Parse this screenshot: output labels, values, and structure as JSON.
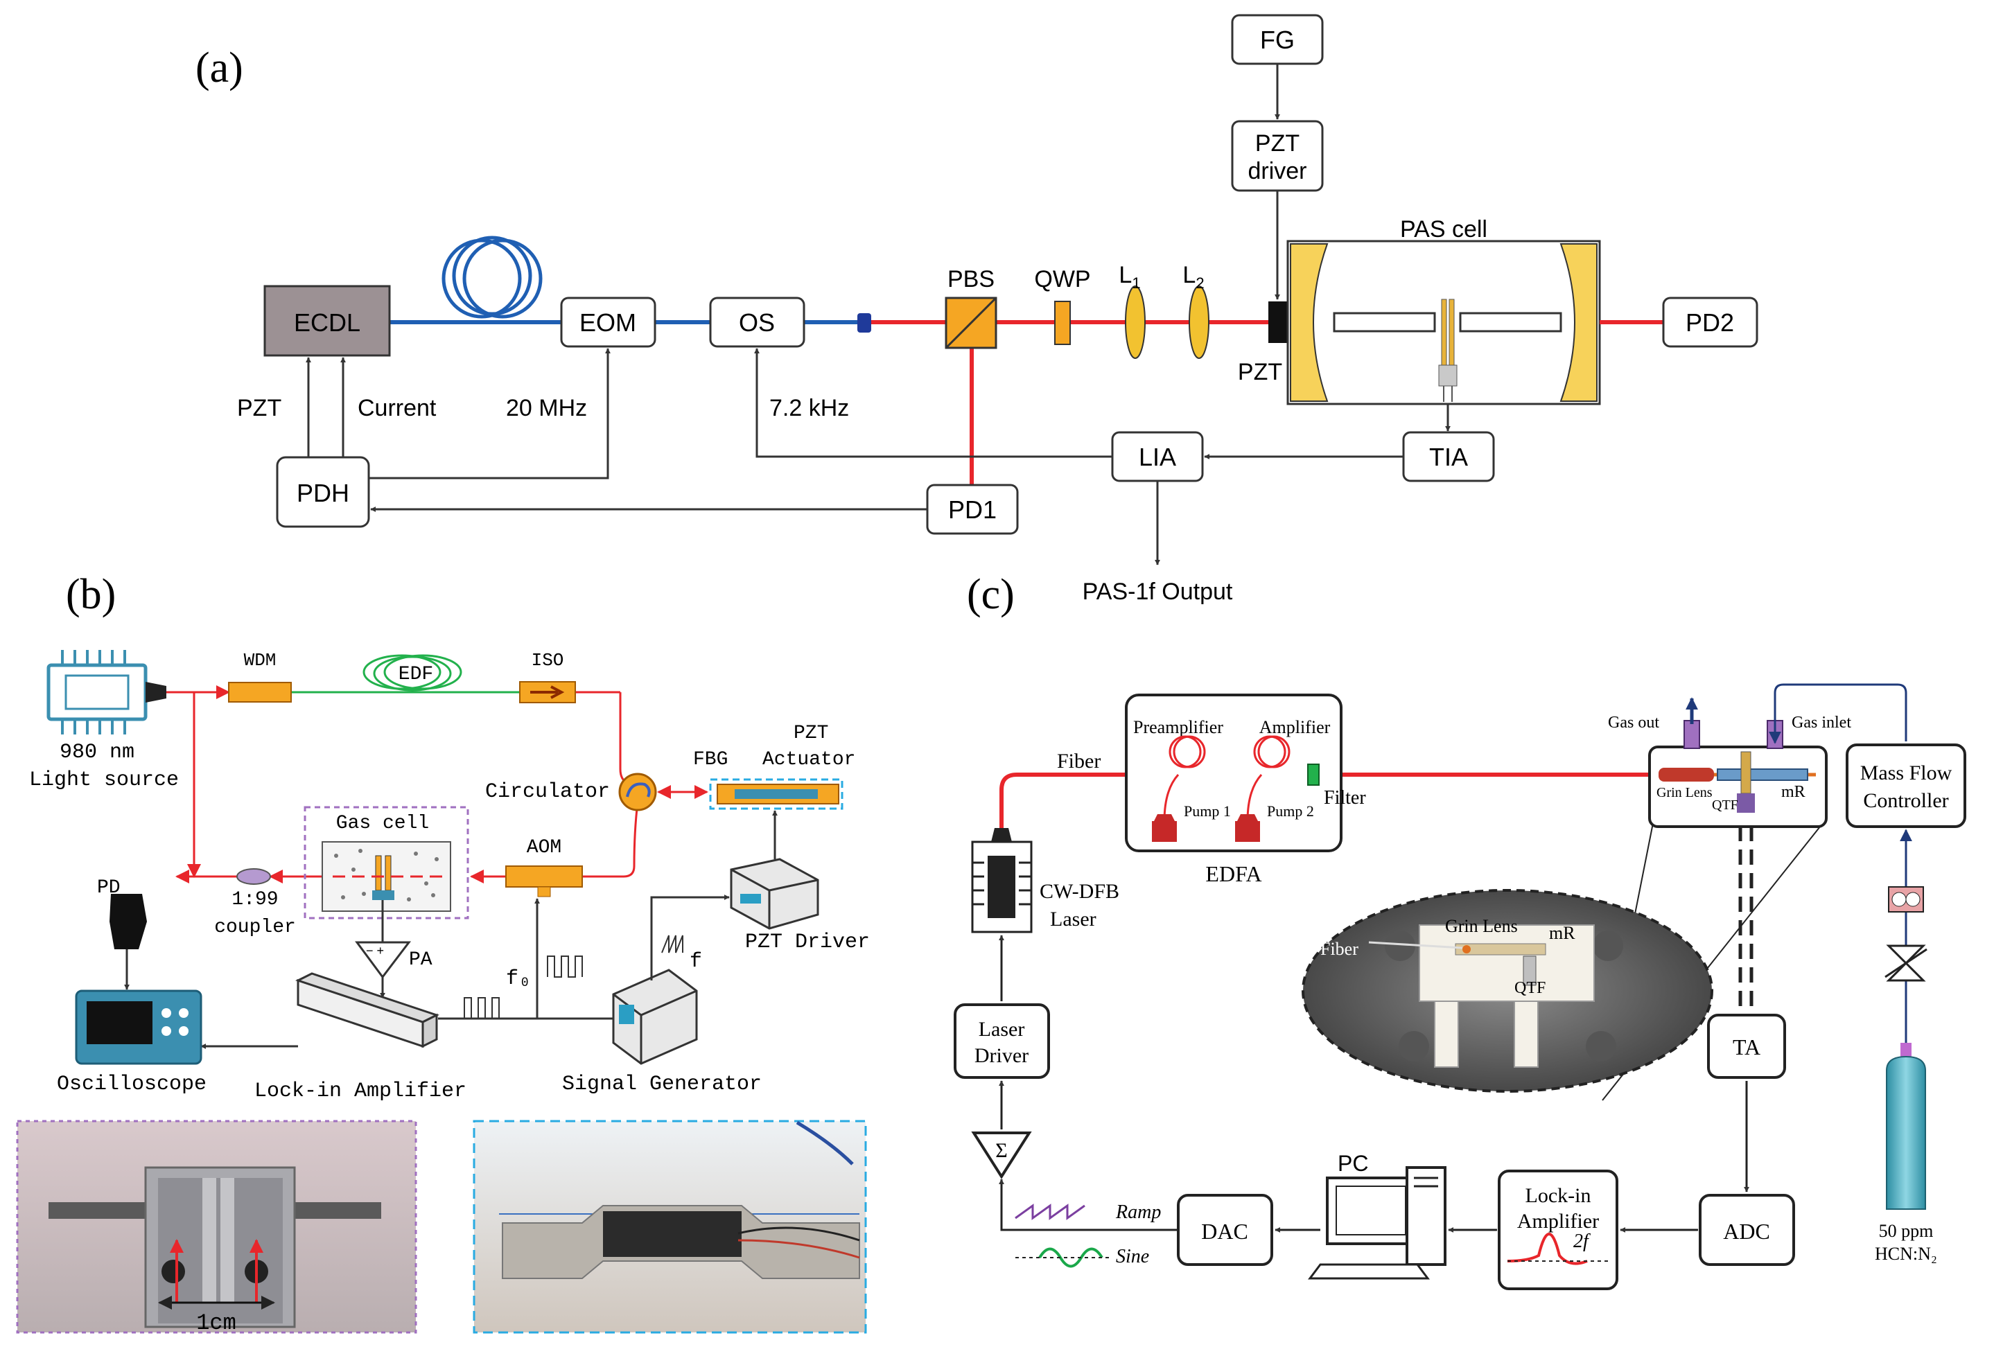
{
  "panel_a": {
    "label": "(a)",
    "boxes": {
      "ecdl": "ECDL",
      "eom": "EOM",
      "os": "OS",
      "fg": "FG",
      "pzt_driver_line1": "PZT",
      "pzt_driver_line2": "driver",
      "pd2": "PD2",
      "pdh": "PDH",
      "pd1": "PD1",
      "lia": "LIA",
      "tia": "TIA"
    },
    "labels": {
      "pbs": "PBS",
      "qwp": "QWP",
      "l1": "L",
      "l1_sub": "1",
      "l2": "L",
      "l2_sub": "2",
      "pas_cell": "PAS cell",
      "pzt_mirror": "PZT",
      "pzt_ecdl": "PZT",
      "current": "Current",
      "freq_20mhz": "20 MHz",
      "freq_72khz": "7.2 kHz",
      "output": "PAS-1f Output"
    }
  },
  "panel_b": {
    "label": "(b)",
    "labels": {
      "wdm": "WDM",
      "edf": "EDF",
      "iso": "ISO",
      "source_line1": "980 nm",
      "source_line2": "Light source",
      "fbg": "FBG",
      "pzt_actuator_line1": "PZT",
      "pzt_actuator_line2": "Actuator",
      "circulator": "Circulator",
      "gas_cell": "Gas cell",
      "aom": "AOM",
      "pd": "PD",
      "coupler_line1": "1:99",
      "coupler_line2": "coupler",
      "pa": "PA",
      "f0": "f₀",
      "f": "f",
      "pzt_driver": "PZT Driver",
      "oscilloscope": "Oscilloscope",
      "lockin": "Lock-in Amplifier",
      "signal_generator": "Signal Generator",
      "scale": "1cm"
    }
  },
  "panel_c": {
    "label": "(c)",
    "labels": {
      "fiber": "Fiber",
      "preamplifier": "Preamplifier",
      "amplifier": "Amplifier",
      "filter": "Filter",
      "pump1": "Pump 1",
      "pump2": "Pump 2",
      "edfa": "EDFA",
      "laser_line1": "CW-DFB",
      "laser_line2": "Laser",
      "laser_driver_line1": "Laser",
      "laser_driver_line2": "Driver",
      "sigma": "Σ",
      "ramp": "Ramp",
      "sine": "Sine",
      "dac": "DAC",
      "pc": "PC",
      "lockin_line1": "Lock-in",
      "lockin_line2": "Amplifier",
      "two_f": "2f",
      "adc": "ADC",
      "ta": "TA",
      "gas_out": "Gas out",
      "gas_inlet": "Gas inlet",
      "grin_lens": "Grin Lens",
      "mr": "mR",
      "qtf": "QTF",
      "inset_fiber": "Fiber",
      "inset_grin": "Grin Lens",
      "inset_mr": "mR",
      "inset_qtf": "QTF",
      "mfc_line1": "Mass Flow",
      "mfc_line2": "Controller",
      "gas_line1": "50 ppm",
      "gas_line2": "HCN:N₂"
    }
  },
  "colors": {
    "laser_red": "#e8262b",
    "fiber_blue": "#1f5fb3",
    "edf_green": "#22b14c",
    "component_orange": "#f5a623",
    "lens_yellow": "#f2c230",
    "cell_yellow": "#f7d25a",
    "ecdl_gray": "#9c9194",
    "teal": "#3b8fb0",
    "cyan_dash": "#29abe2",
    "purple_dash": "#a070c0",
    "gas_green": "#1aa84a"
  }
}
